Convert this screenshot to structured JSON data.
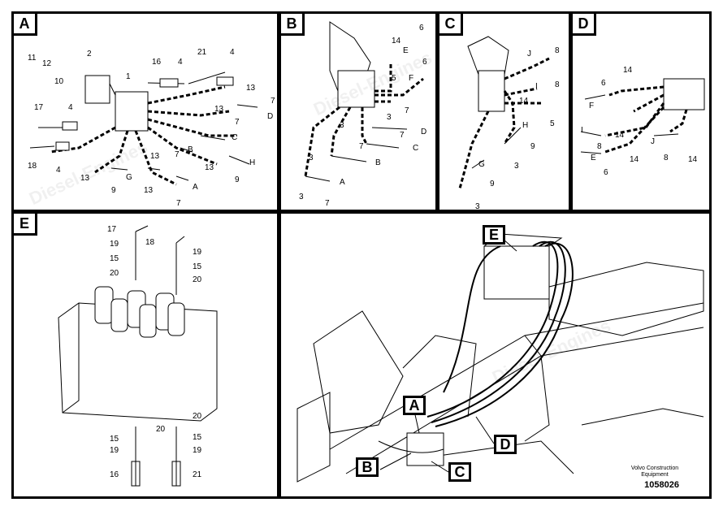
{
  "panels": {
    "a": {
      "letter": "A"
    },
    "b": {
      "letter": "B"
    },
    "c": {
      "letter": "C"
    },
    "d": {
      "letter": "D"
    },
    "e": {
      "letter": "E"
    }
  },
  "overview_callouts": {
    "e": "E",
    "a": "A",
    "d": "D",
    "b": "B",
    "c": "C"
  },
  "labels_a": [
    "11",
    "12",
    "10",
    "2",
    "16",
    "4",
    "21",
    "4",
    "1",
    "13",
    "7",
    "17",
    "4",
    "13",
    "7",
    "D",
    "C",
    "B",
    "H",
    "18",
    "4",
    "13",
    "9",
    "G",
    "13",
    "7",
    "A",
    "13",
    "9",
    "13",
    "7"
  ],
  "labels_b": [
    "6",
    "14",
    "E",
    "6",
    "F",
    "5",
    "3",
    "7",
    "D",
    "3",
    "7",
    "C",
    "3",
    "7",
    "B",
    "3",
    "7",
    "A"
  ],
  "labels_c": [
    "J",
    "8",
    "I",
    "8",
    "14",
    "5",
    "H",
    "9",
    "G",
    "9",
    "3",
    "3"
  ],
  "labels_d": [
    "14",
    "6",
    "F",
    "I",
    "8",
    "14",
    "E",
    "6",
    "J",
    "8",
    "14",
    "14"
  ],
  "labels_e": [
    "17",
    "19",
    "15",
    "20",
    "18",
    "19",
    "15",
    "20",
    "20",
    "15",
    "19",
    "16",
    "20",
    "15",
    "19",
    "21"
  ],
  "footer": {
    "brand": "Volvo Construction Equipment",
    "doc_number": "1058026"
  },
  "watermark": {
    "text": "Diesel-Engines"
  }
}
